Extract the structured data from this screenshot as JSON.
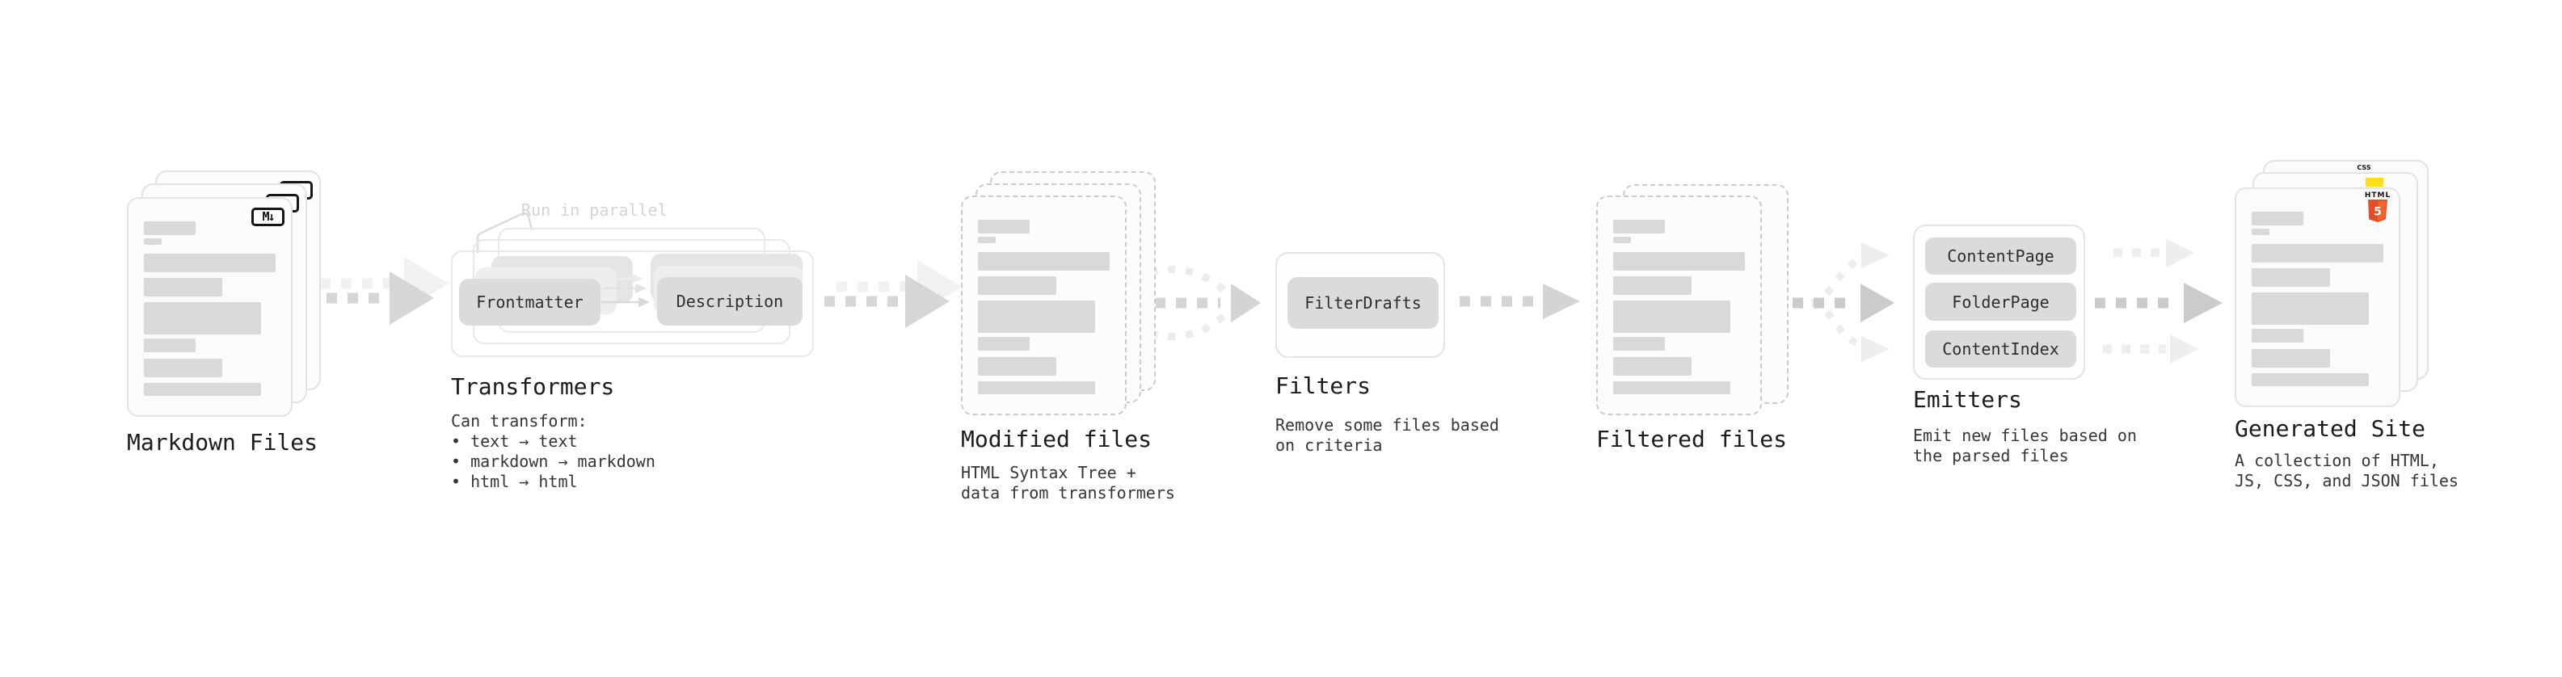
{
  "nodes": {
    "markdown": {
      "label": "Markdown Files",
      "icon_label": "M↓"
    },
    "transformers": {
      "label": "Transformers",
      "annotation": "Run in parallel",
      "box1": "Frontmatter",
      "box2": "Description",
      "description": "Can transform:\n • text → text\n • markdown → markdown\n • html → html"
    },
    "modified": {
      "label": "Modified files",
      "description": "HTML Syntax Tree +\ndata from transformers"
    },
    "filters": {
      "label": "Filters",
      "box1": "FilterDrafts",
      "description": "Remove some files based\non criteria"
    },
    "filtered": {
      "label": "Filtered files"
    },
    "emitters": {
      "label": "Emitters",
      "box1": "ContentPage",
      "box2": "FolderPage",
      "box3": "ContentIndex",
      "description": "Emit new files based on\nthe parsed files"
    },
    "generated": {
      "label": "Generated Site",
      "description": "A collection of HTML,\nJS, CSS, and JSON files",
      "html5_word": "HTML",
      "html5_number": "5",
      "css_badge": "CSS"
    }
  },
  "flow_order": [
    "Markdown Files",
    "Transformers",
    "Modified files",
    "Filters",
    "Filtered files",
    "Emitters",
    "Generated Site"
  ],
  "colors": {
    "arrow_main": "#d6d6d6",
    "arrow_ghost": "#f1f1f1",
    "arrow_dark": "#cbcbcb",
    "arrow_light": "#ededed",
    "box_fill": "#dbdbdb",
    "card_border": "#e3e3e3",
    "dashed_border": "#cbcbcb",
    "skeleton": "#d9d9d9",
    "annotation_text": "#d4d4d4",
    "heading_text": "#1c1c1c",
    "body_text": "#363636",
    "html5_orange": "#e44d26",
    "html5_orange_light": "#f16529",
    "js_yellow": "#ffdf1b",
    "css_blue": "#2d53e5",
    "md_icon_border": "#151515"
  }
}
